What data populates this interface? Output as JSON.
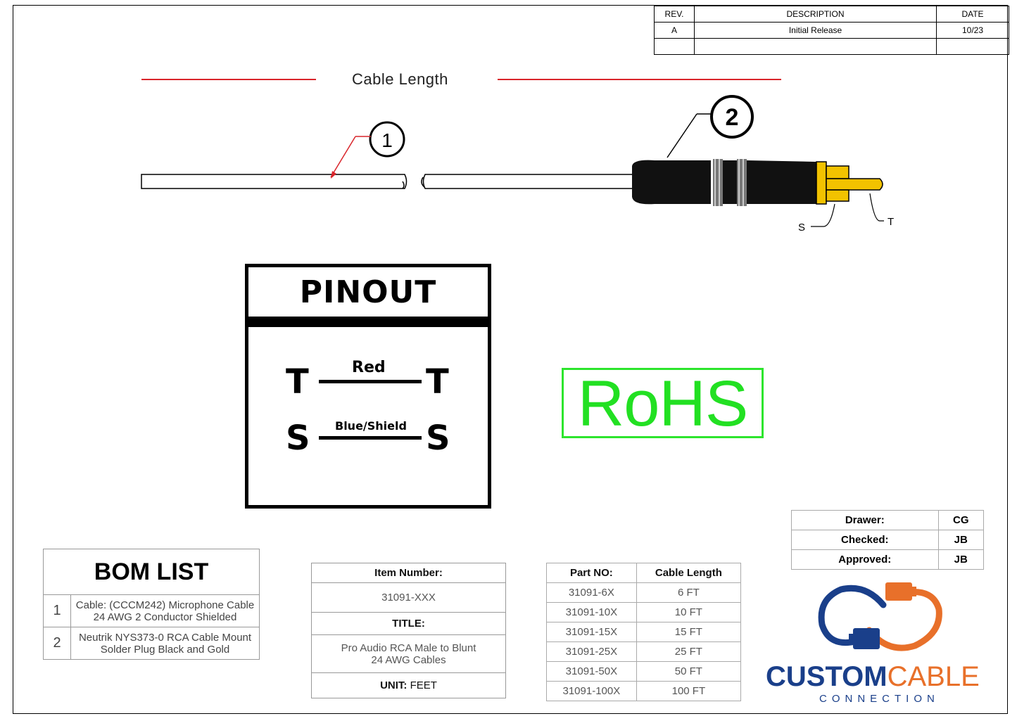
{
  "revision_table": {
    "headers": [
      "REV.",
      "DESCRIPTION",
      "DATE"
    ],
    "rows": [
      [
        "A",
        "Initial Release",
        "10/23"
      ],
      [
        "",
        "",
        ""
      ]
    ]
  },
  "drawing": {
    "cable_length_label": "Cable Length",
    "callouts": [
      "1",
      "2"
    ],
    "pin_labels": {
      "sleeve": "S",
      "tip": "T"
    }
  },
  "pinout": {
    "title": "PINOUT",
    "rows": [
      {
        "left": "T",
        "color": "Red",
        "right": "T"
      },
      {
        "left": "S",
        "color": "Blue/Shield",
        "right": "S"
      }
    ]
  },
  "rohs_label": "RoHS",
  "bom": {
    "title": "BOM LIST",
    "items": [
      {
        "num": "1",
        "line1": "Cable: (CCCM242) Microphone Cable",
        "line2": "24 AWG 2 Conductor Shielded"
      },
      {
        "num": "2",
        "line1": "Neutrik NYS373-0 RCA Cable Mount",
        "line2": "Solder Plug Black and Gold"
      }
    ]
  },
  "item_info": {
    "item_number_label": "Item Number:",
    "item_number": "31091-XXX",
    "title_label": "TITLE:",
    "title_line1": "Pro Audio RCA Male to Blunt",
    "title_line2": "24 AWG Cables",
    "unit_label": "UNIT:",
    "unit_value": "FEET"
  },
  "parts": {
    "headers": [
      "Part NO:",
      "Cable Length"
    ],
    "rows": [
      [
        "31091-6X",
        "6 FT"
      ],
      [
        "31091-10X",
        "10 FT"
      ],
      [
        "31091-15X",
        "15 FT"
      ],
      [
        "31091-25X",
        "25 FT"
      ],
      [
        "31091-50X",
        "50 FT"
      ],
      [
        "31091-100X",
        "100 FT"
      ]
    ]
  },
  "approvals": [
    {
      "role": "Drawer:",
      "initials": "CG"
    },
    {
      "role": "Checked:",
      "initials": "JB"
    },
    {
      "role": "Approved:",
      "initials": "JB"
    }
  ],
  "logo": {
    "word1": "CUSTOM",
    "word2": "CABLE",
    "sub": "CONNECTION",
    "colors": {
      "blue": "#1a3f8a",
      "orange": "#e8702a"
    }
  },
  "colors": {
    "rohs_green": "#22e022",
    "red_line": "#d9252b",
    "plug_gold": "#f2c200"
  }
}
